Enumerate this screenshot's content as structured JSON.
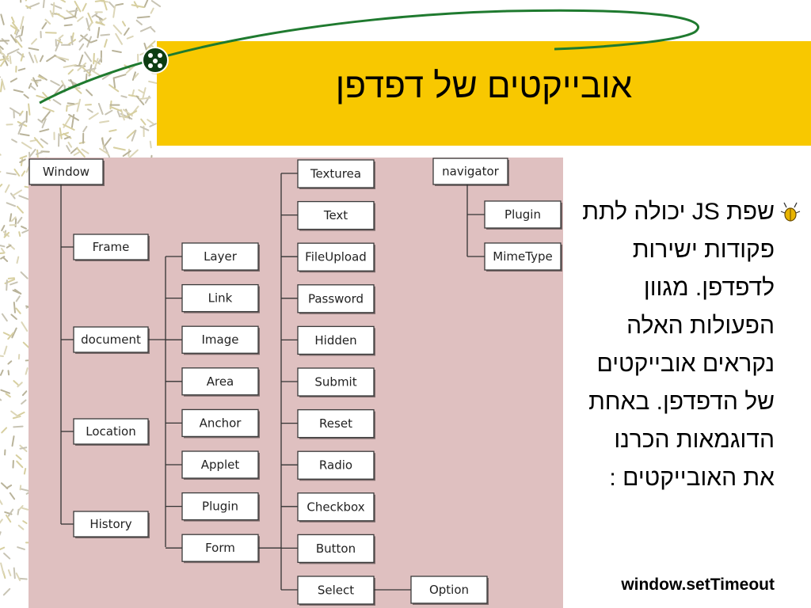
{
  "slide": {
    "title": "אובייקטים של דפדפן",
    "accent_color": "#f8c800",
    "diagram_bg_color": "#dfc0c0",
    "bullet_icon": "bug-bullet-icon",
    "bullet_text": "שפת JS יכולה לתת פקודות ישירות לדפדפן. מגוון הפעולות האלה נקראים אובייקטים של הדפדפן. באחת הדוגמאות הכרנו את האובייקטים :",
    "code_line": "window.setTimeout"
  },
  "diagram": {
    "root": "Window",
    "window_children": [
      "Frame",
      "document",
      "Location",
      "History"
    ],
    "document_children": [
      "Layer",
      "Link",
      "Image",
      "Area",
      "Anchor",
      "Applet",
      "Plugin",
      "Form"
    ],
    "form_children": [
      "Texturea",
      "Text",
      "FileUpload",
      "Password",
      "Hidden",
      "Submit",
      "Reset",
      "Radio",
      "Checkbox",
      "Button",
      "Select"
    ],
    "select_child": "Option",
    "navigator": "navigator",
    "navigator_children": [
      "Plugin",
      "MimeType"
    ]
  }
}
